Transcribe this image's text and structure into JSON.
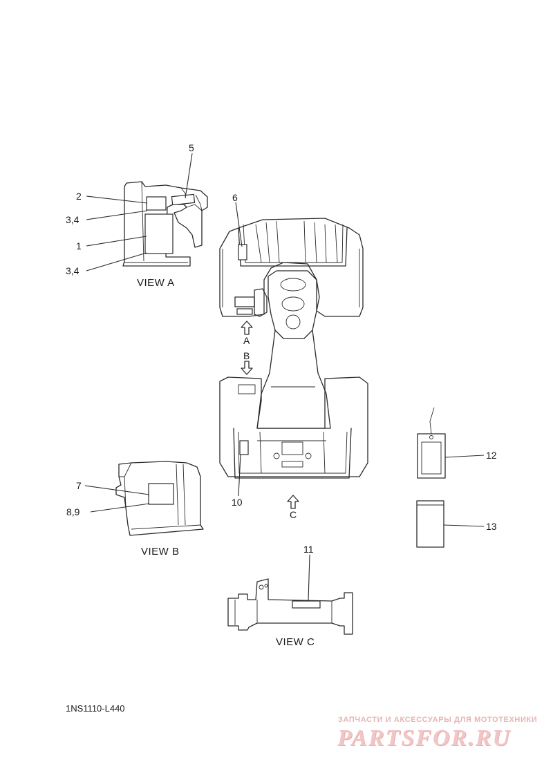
{
  "callouts": {
    "c1": "1",
    "c2": "2",
    "c3_4_upper": "3,4",
    "c3_4_lower": "3,4",
    "c5": "5",
    "c6": "6",
    "c7": "7",
    "c8_9": "8,9",
    "c10": "10",
    "c11": "11",
    "c12": "12",
    "c13": "13"
  },
  "views": {
    "view_a": "VIEW A",
    "view_b": "VIEW B",
    "view_c": "VIEW C"
  },
  "arrows": {
    "arrow_a": "A",
    "arrow_b": "B",
    "arrow_c": "C"
  },
  "diagram_code": "1NS1110-L440",
  "watermark": {
    "tagline": "ЗАПЧАСТИ И АКСЕССУАРЫ ДЛЯ МОТОТЕХНИКИ",
    "brand": "PARTSFOR.RU"
  }
}
